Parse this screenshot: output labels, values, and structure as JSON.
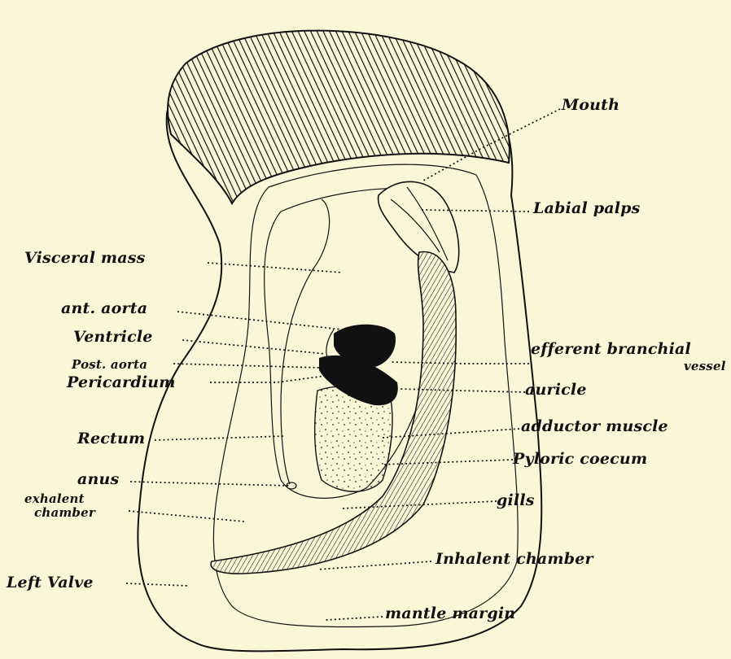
{
  "labels": {
    "mouth": "Mouth",
    "labial_palps": "Labial palps",
    "visceral_mass": "Visceral mass",
    "ant_aorta": "ant. aorta",
    "ventricle": "Ventricle",
    "post_aorta": "Post. aorta",
    "pericardium": "Pericardium",
    "rectum": "Rectum",
    "anus": "anus",
    "exhalent_chamber_1": "exhalent",
    "exhalent_chamber_2": "chamber",
    "left_valve": "Left Valve",
    "efferent_1": "efferent branchial",
    "efferent_2": "vessel",
    "auricle": "auricle",
    "adductor_muscle": "adductor muscle",
    "pyloric_coecum": "Pyloric coecum",
    "gills": "gills",
    "inhalent_chamber": "Inhalent chamber",
    "mantle_margin": "mantle margin"
  }
}
